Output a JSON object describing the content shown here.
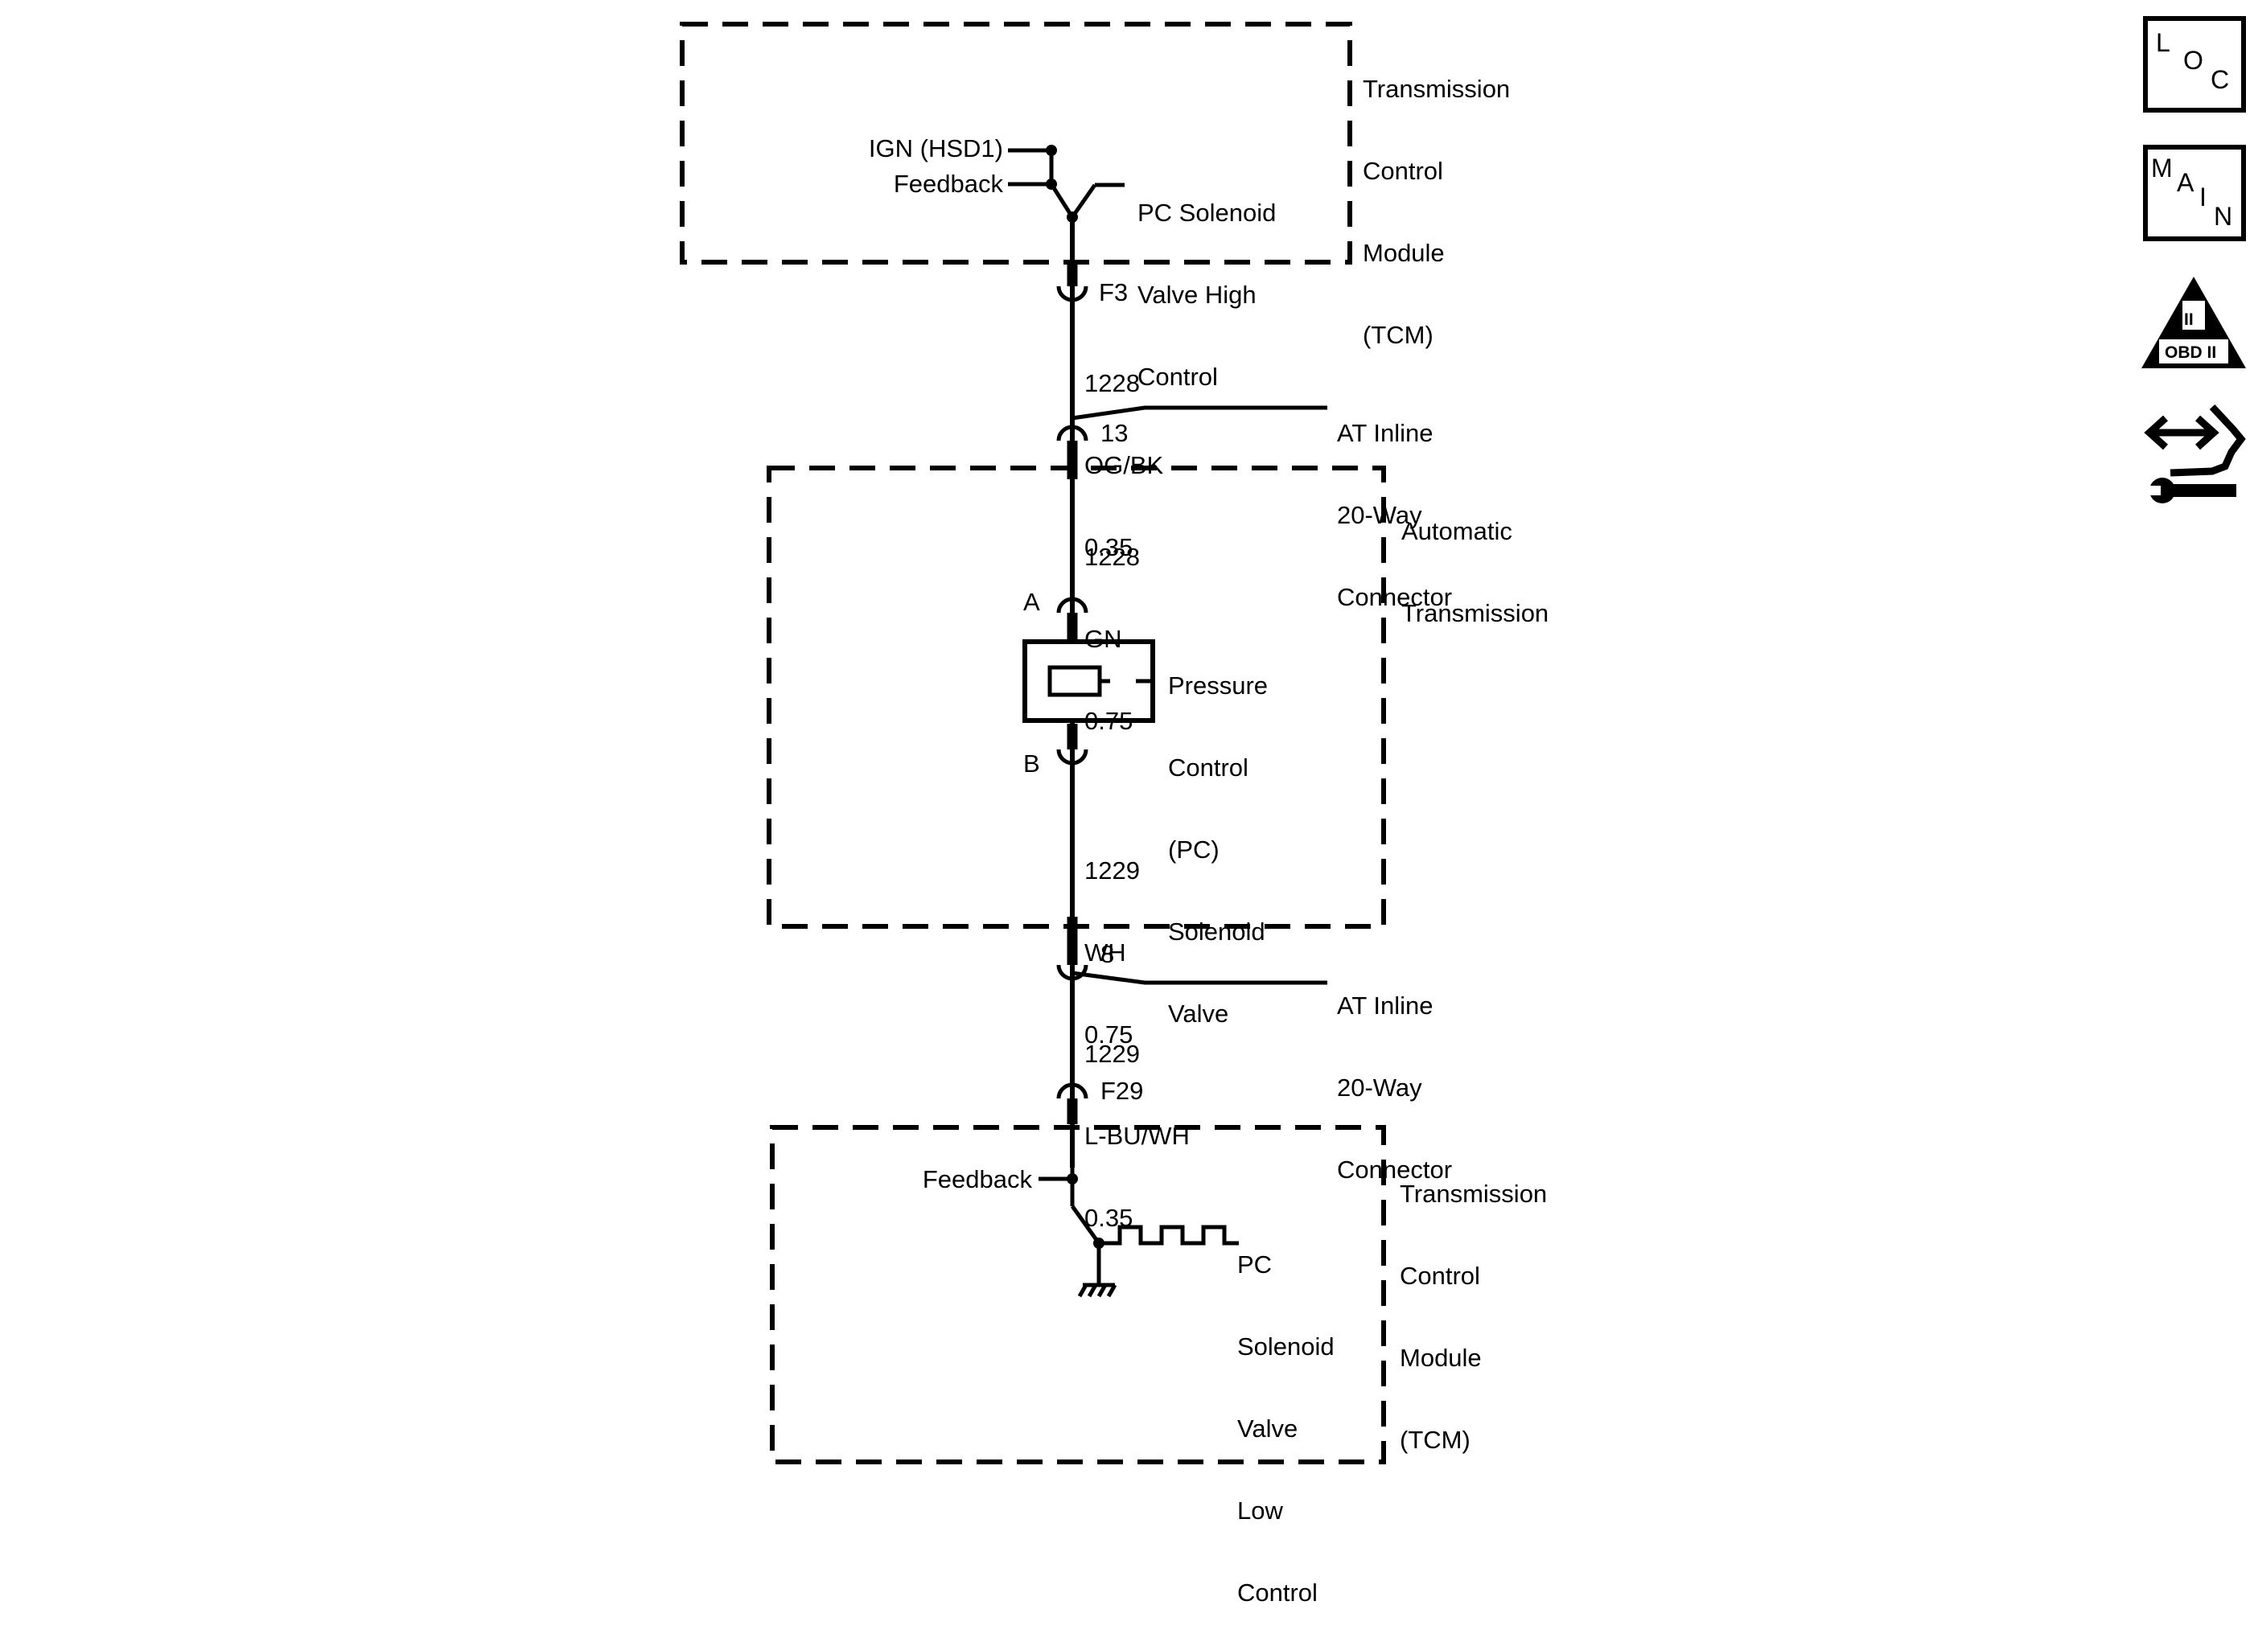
{
  "tcm_top": {
    "title": [
      "Transmission",
      "Control",
      "Module",
      "(TCM)"
    ],
    "input_ign": "IGN (HSD1)",
    "input_feedback": "Feedback",
    "output": [
      "PC Solenoid",
      "Valve High",
      "Control"
    ]
  },
  "pin_f3": "F3",
  "wire_1": [
    "1228",
    "OG/BK",
    "0.35"
  ],
  "inline_top": {
    "pin": "13",
    "label": [
      "AT Inline",
      "20-Way",
      "Connector"
    ]
  },
  "auto_trans": {
    "title": [
      "Automatic",
      "Transmission"
    ],
    "wire_2": [
      "1228",
      "GN",
      "0.75"
    ],
    "pin_a": "A",
    "pin_b": "B",
    "solenoid": [
      "Pressure",
      "Control",
      "(PC)",
      "Solenoid",
      "Valve"
    ],
    "wire_3": [
      "1229",
      "WH",
      "0.75"
    ]
  },
  "inline_bottom": {
    "pin": "8",
    "label": [
      "AT Inline",
      "20-Way",
      "Connector"
    ]
  },
  "wire_4": [
    "1229",
    "L-BU/WH",
    "0.35"
  ],
  "pin_f29": "F29",
  "tcm_bottom": {
    "title": [
      "Transmission",
      "Control",
      "Module",
      "(TCM)"
    ],
    "feedback": "Feedback",
    "output": [
      "PC",
      "Solenoid",
      "Valve",
      "Low",
      "Control"
    ]
  },
  "side_icons": {
    "loc": [
      "L",
      "O",
      "C"
    ],
    "main": [
      "M",
      "A",
      "I",
      "N"
    ],
    "obd": {
      "roman": "II",
      "text": "OBD II"
    },
    "diagnostic": "diagnostic-wrench-icon"
  }
}
